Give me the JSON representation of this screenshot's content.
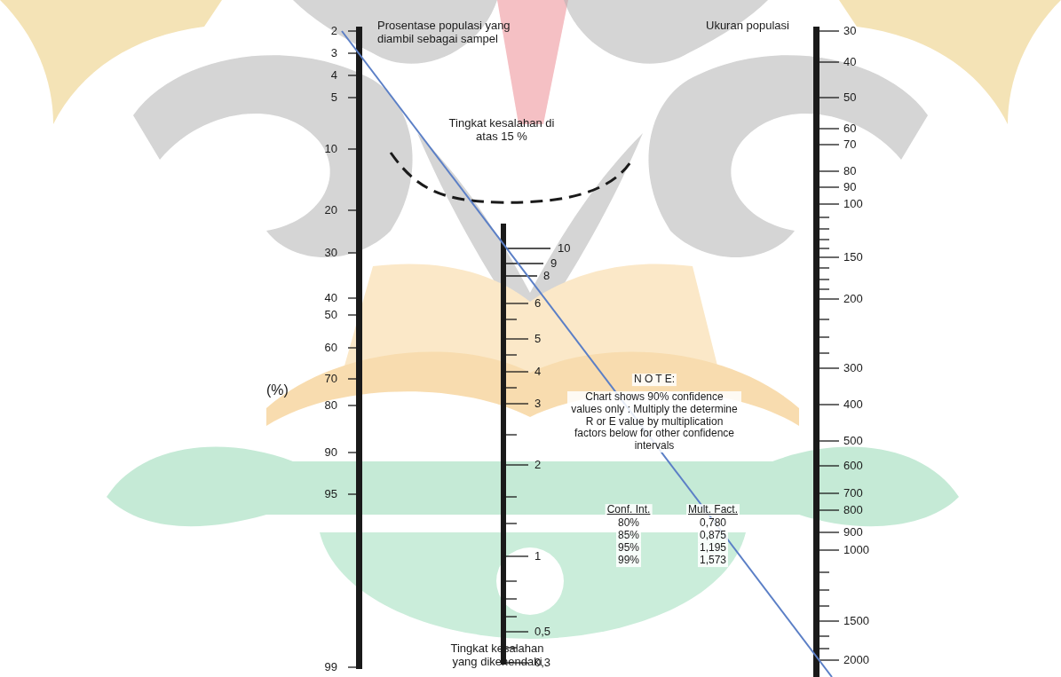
{
  "diagram": {
    "labels": [
      "Prosentase populasi yang diambil sebagai sampel",
      "Ukuran populasi",
      "Tingkat kesalahan di atas 15 %",
      "(%)",
      "2",
      "3",
      "4",
      "5",
      "10",
      "20",
      "30",
      "40",
      "50",
      "60",
      "70",
      "80",
      "90",
      "95",
      "99",
      "10",
      "9",
      "8",
      "6",
      "5",
      "4",
      "3",
      "2",
      "1",
      "0,5",
      "0,3",
      "30",
      "40",
      "50",
      "60",
      "70",
      "80",
      "90",
      "100",
      "150",
      "200",
      "300",
      "400",
      "500",
      "600",
      "700",
      "800",
      "900",
      "1000",
      "1500",
      "2000",
      "N O T E:",
      "Chart shows 90% confidence values only : Multiply the determine R or E value by multiplication factors below for other confidence intervals",
      "Conf. Int.",
      "Mult. Fact.",
      "80%",
      "0,780",
      "85%",
      "0,875",
      "95%",
      "1,195",
      "99%",
      "1,573",
      "Tingkat kesalahan yang dikehendaki"
    ]
  }
}
